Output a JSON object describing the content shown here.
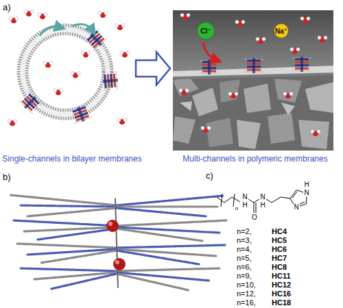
{
  "diagram": {
    "nodes": [
      {
        "text": [
          "Cl⁻"
        ]
      },
      {
        "text": [
          "Na⁺"
        ]
      }
    ],
    "labels": [
      "a)",
      "Single-channels in bilayer membranes",
      "Multi-channels in polymeric membranes",
      "b)",
      "c)",
      "n",
      "N",
      "H",
      "O",
      "N",
      "H",
      "H",
      "N",
      "N",
      "n=2,",
      "HC4",
      "n=3,",
      "HC5",
      "n=4,",
      "HC6",
      "n=5,",
      "HC7",
      "n=6,",
      "HC8",
      "n=9,",
      "HC11",
      "n=10,",
      "HC12",
      "n=12,",
      "HC16",
      "n=16,",
      "HC18"
    ]
  }
}
